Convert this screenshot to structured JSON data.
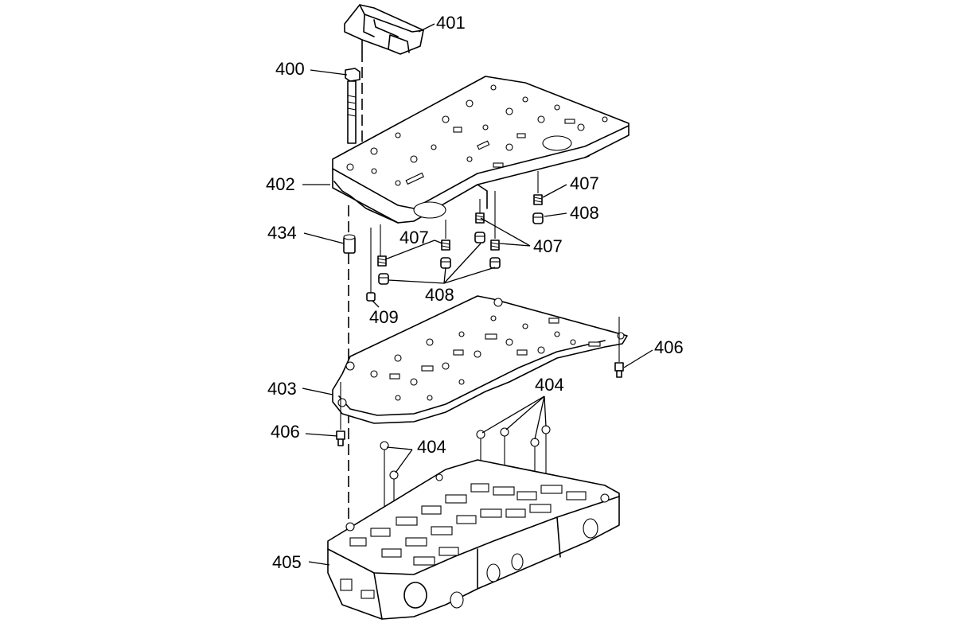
{
  "callouts": {
    "c400": "400",
    "c401": "401",
    "c402": "402",
    "c403": "403",
    "c404a": "404",
    "c404b": "404",
    "c405": "405",
    "c406a": "406",
    "c406b": "406",
    "c407a": "407",
    "c407b": "407",
    "c407c": "407",
    "c408a": "408",
    "c408b": "408",
    "c409": "409",
    "c434": "434"
  }
}
